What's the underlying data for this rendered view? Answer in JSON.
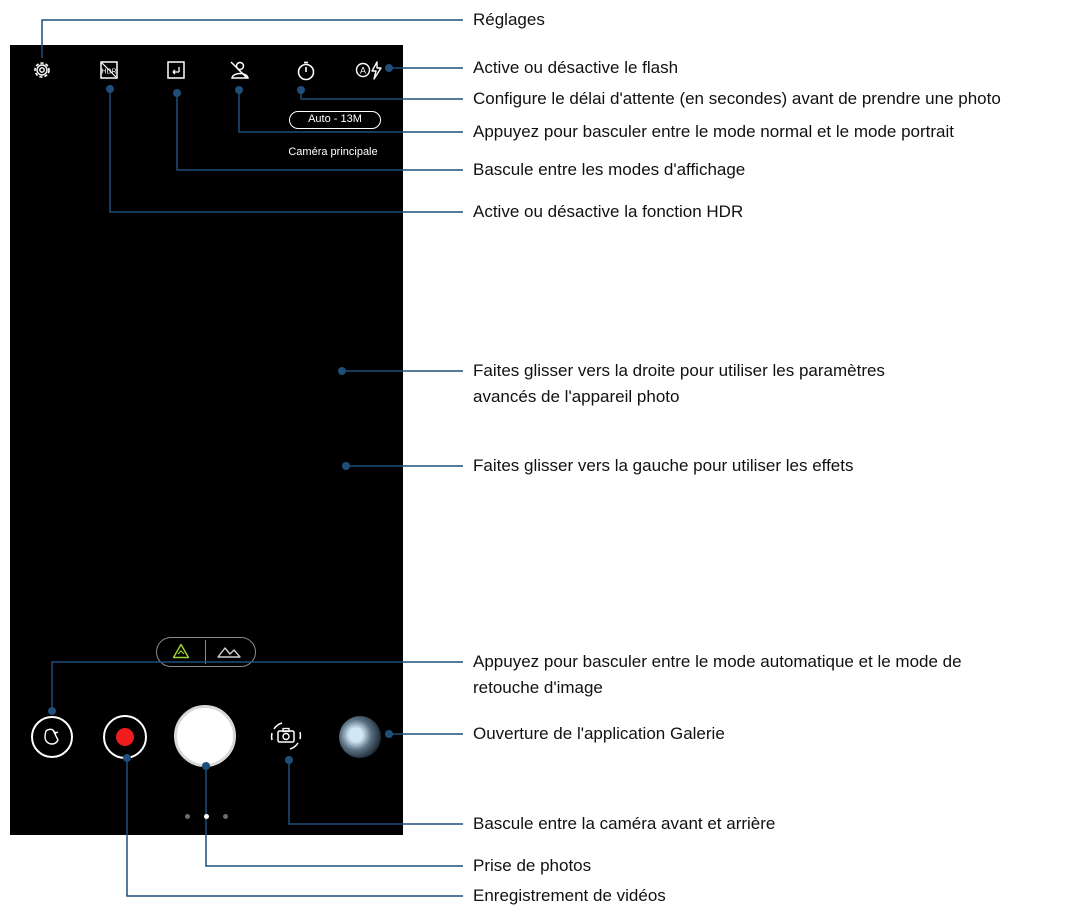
{
  "screen": {
    "resolution_label": "Auto - 13M",
    "camera_label": "Caméra principale",
    "page_indicator": {
      "count": 3,
      "active": 2
    }
  },
  "callouts": {
    "settings": "Réglages",
    "flash": "Active ou désactive le flash",
    "timer": "Configure le délai d'attente (en secondes) avant de prendre une photo",
    "portrait": "Appuyez pour basculer entre le mode normal et le mode portrait",
    "display_mode": "Bascule entre les modes d'affichage",
    "hdr": "Active ou désactive la fonction HDR",
    "swipe_right_line1": "Faites glisser vers la droite pour utiliser les paramètres",
    "swipe_right_line2": "avancés de l'appareil photo",
    "swipe_left": "Faites glisser vers la gauche pour utiliser les effets",
    "auto_mode_line1": "Appuyez pour basculer entre le mode automatique et le mode de",
    "auto_mode_line2": "retouche d'image",
    "gallery": "Ouverture de l'application Galerie",
    "switch_camera": "Bascule entre la caméra avant et arrière",
    "take_photo": "Prise de photos",
    "record_video": "Enregistrement de vidéos"
  },
  "icons": {
    "settings": "gear-icon",
    "hdr": "hdr-icon",
    "display_mode": "display-mode-icon",
    "portrait": "portrait-icon",
    "timer": "timer-icon",
    "flash": "auto-flash-icon",
    "auto_mode": "auto-mode-icon",
    "beauty_mode": "mountains-icon",
    "mode_switch": "mode-switch-icon",
    "switch_camera": "camera-switch-icon"
  },
  "colors": {
    "screen": "#000000",
    "leader_line": "#1f4e79",
    "record": "#ee1c1c",
    "auto_mode_active": "#9bd12e"
  }
}
